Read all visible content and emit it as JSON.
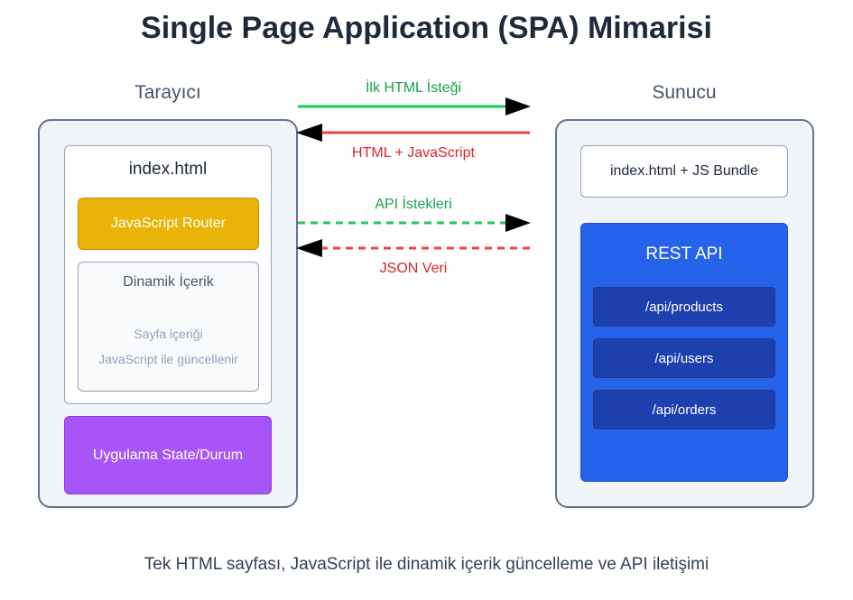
{
  "title": "Single Page Application (SPA) Mimarisi",
  "browser": {
    "label": "Tarayıcı",
    "index_file": "index.html",
    "router": "JavaScript Router",
    "dynamic": {
      "title": "Dinamik İçerik",
      "line1": "Sayfa içeriği",
      "line2": "JavaScript ile güncellenir"
    },
    "state": "Uygulama State/Durum"
  },
  "server": {
    "label": "Sunucu",
    "bundle": "index.html + JS Bundle",
    "rest_api": {
      "title": "REST API",
      "endpoints": [
        "/api/products",
        "/api/users",
        "/api/orders"
      ]
    }
  },
  "arrows": [
    {
      "label": "İlk HTML İsteği",
      "direction": "to-server",
      "style": "solid",
      "color": "#22c55e"
    },
    {
      "label": "HTML + JavaScript",
      "direction": "to-browser",
      "style": "solid",
      "color": "#ef4444"
    },
    {
      "label": "API İstekleri",
      "direction": "to-server",
      "style": "dashed",
      "color": "#22c55e"
    },
    {
      "label": "JSON Veri",
      "direction": "to-browser",
      "style": "dashed",
      "color": "#ef4444"
    }
  ],
  "caption": "Tek HTML sayfası, JavaScript ile dinamik içerik güncelleme ve API iletişimi",
  "colors": {
    "title": "#1e293b",
    "router": "#eab308",
    "state": "#a855f7",
    "rest_api": "#2563eb",
    "endpoint": "#1e40af",
    "request": "#22c55e",
    "response": "#ef4444"
  }
}
